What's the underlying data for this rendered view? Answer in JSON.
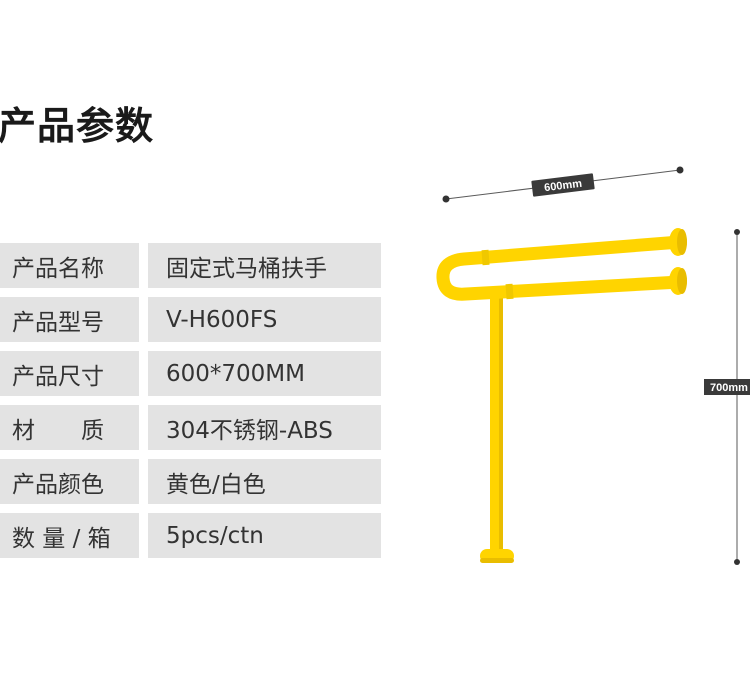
{
  "page": {
    "title": "产品参数"
  },
  "specs": [
    {
      "label": "产品名称",
      "value": "固定式马桶扶手"
    },
    {
      "label": "产品型号",
      "value": "V-H600FS"
    },
    {
      "label": "产品尺寸",
      "value": "600*700MM"
    },
    {
      "label": "材　　质",
      "value": "304不锈钢-ABS"
    },
    {
      "label": "产品颜色",
      "value": "黄色/白色"
    },
    {
      "label": "数 量 / 箱",
      "value": "5pcs/ctn"
    }
  ],
  "diagram": {
    "width_label": "600mm",
    "height_label": "700mm",
    "colors": {
      "rail": "#ffd400",
      "rail_shade": "#e9bd00",
      "dim_line": "#5a5a5a",
      "tag": "#3a3a3a"
    }
  }
}
